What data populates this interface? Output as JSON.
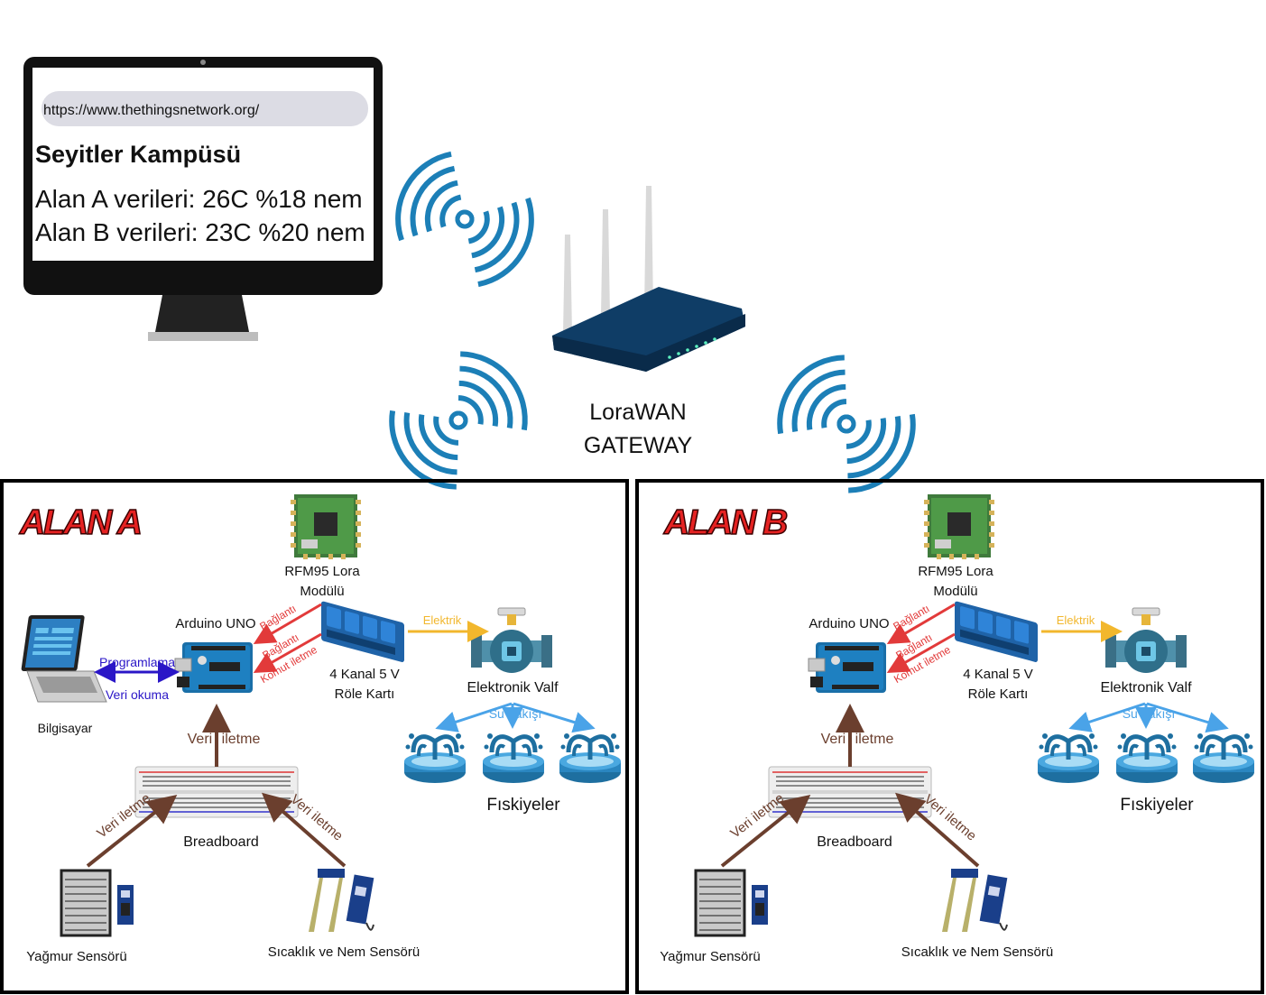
{
  "monitor": {
    "url": "https://www.thethingsnetwork.org/",
    "title": "Seyitler Kampüsü",
    "line1": "Alan A verileri: 26C %18 nem",
    "line2": "Alan B verileri: 23C %20 nem"
  },
  "gateway": {
    "line1": "LoraWAN",
    "line2": "GATEWAY"
  },
  "areas": [
    {
      "title": "ALAN A",
      "lora": "RFM95 Lora",
      "lora2": "Modülü",
      "arduino": "Arduino UNO",
      "relay": "4 Kanal 5 V",
      "relay2": "Röle Kartı",
      "valve": "Elektronik Valf",
      "fountains": "Fıskiyeler",
      "breadboard": "Breadboard",
      "rain": "Yağmur Sensörü",
      "soil": "Sıcaklık ve Nem Sensörü",
      "computer": "Bilgisayar",
      "prog": "Programlama",
      "read": "Veri okuma",
      "conn1": "Bağlantı",
      "conn2": "Bağlantı",
      "cmd": "Komut iletme",
      "power": "Elektrik",
      "water": "Su akışı",
      "up": "Veri iletme",
      "left": "Veri iletme",
      "right": "Veri iletme"
    },
    {
      "title": "ALAN B",
      "lora": "RFM95 Lora",
      "lora2": "Modülü",
      "arduino": "Arduino UNO",
      "relay": "4 Kanal 5 V",
      "relay2": "Röle Kartı",
      "valve": "Elektronik Valf",
      "fountains": "Fıskiyeler",
      "breadboard": "Breadboard",
      "rain": "Yağmur Sensörü",
      "soil": "Sıcaklık ve Nem Sensörü",
      "conn1": "Bağlantı",
      "conn2": "Bağlantı",
      "cmd": "Komut iletme",
      "power": "Elektrik",
      "water": "Su akışı",
      "up": "Veri iletme",
      "left": "Veri iletme",
      "right": "Veri iletme"
    }
  ],
  "colors": {
    "area_title": "#e52222",
    "wifi": "#1c7fb7",
    "router": "#0f3d66",
    "data_arrow": "#6b3f2e",
    "command_arrow": "#e23a3a",
    "power_arrow": "#f2b72d",
    "water_arrow": "#4aa3e8",
    "programming_arrow": "#2a16c7"
  }
}
